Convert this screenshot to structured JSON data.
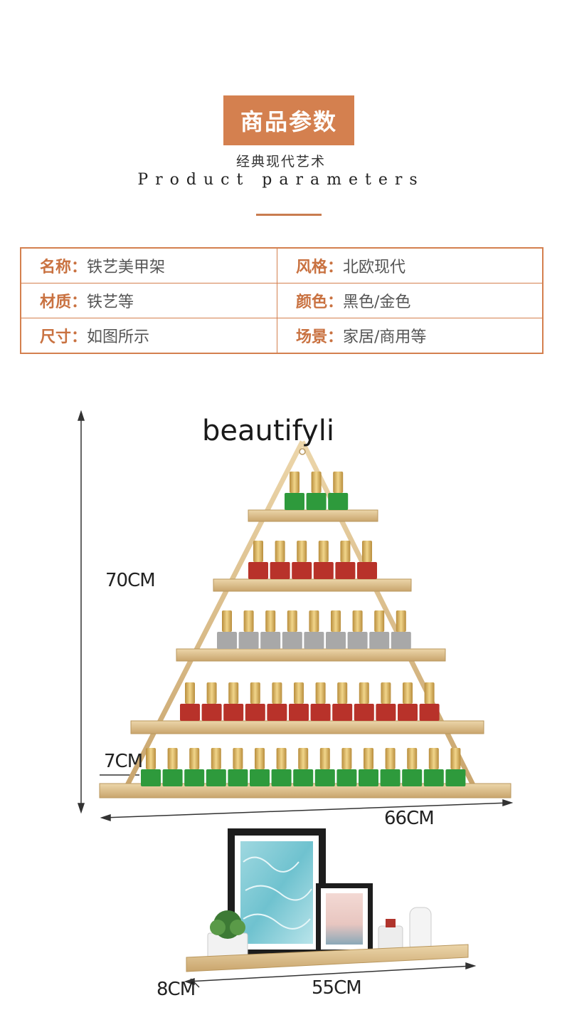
{
  "header": {
    "badge": "商品参数",
    "subtitle_cn": "经典现代艺术",
    "subtitle_en": "Product parameters"
  },
  "params": [
    [
      {
        "key": "名称",
        "value": "铁艺美甲架"
      },
      {
        "key": "风格",
        "value": "北欧现代"
      }
    ],
    [
      {
        "key": "材质",
        "value": "铁艺等"
      },
      {
        "key": "颜色",
        "value": "黑色/金色"
      }
    ],
    [
      {
        "key": "尺寸",
        "value": "如图所示"
      },
      {
        "key": "场景",
        "value": "家居/商用等"
      }
    ]
  ],
  "separator": "：",
  "brand": "beautifyli",
  "dimensions": {
    "height": "70CM",
    "depth": "7CM",
    "width": "66CM",
    "shelf_depth": "8CM",
    "shelf_width": "55CM"
  },
  "colors": {
    "accent": "#d4804f",
    "gold": "#d8bb86",
    "bottle_green": "#2e9a3c",
    "bottle_red": "#b8322a",
    "bottle_grey": "#a8a8a8"
  }
}
